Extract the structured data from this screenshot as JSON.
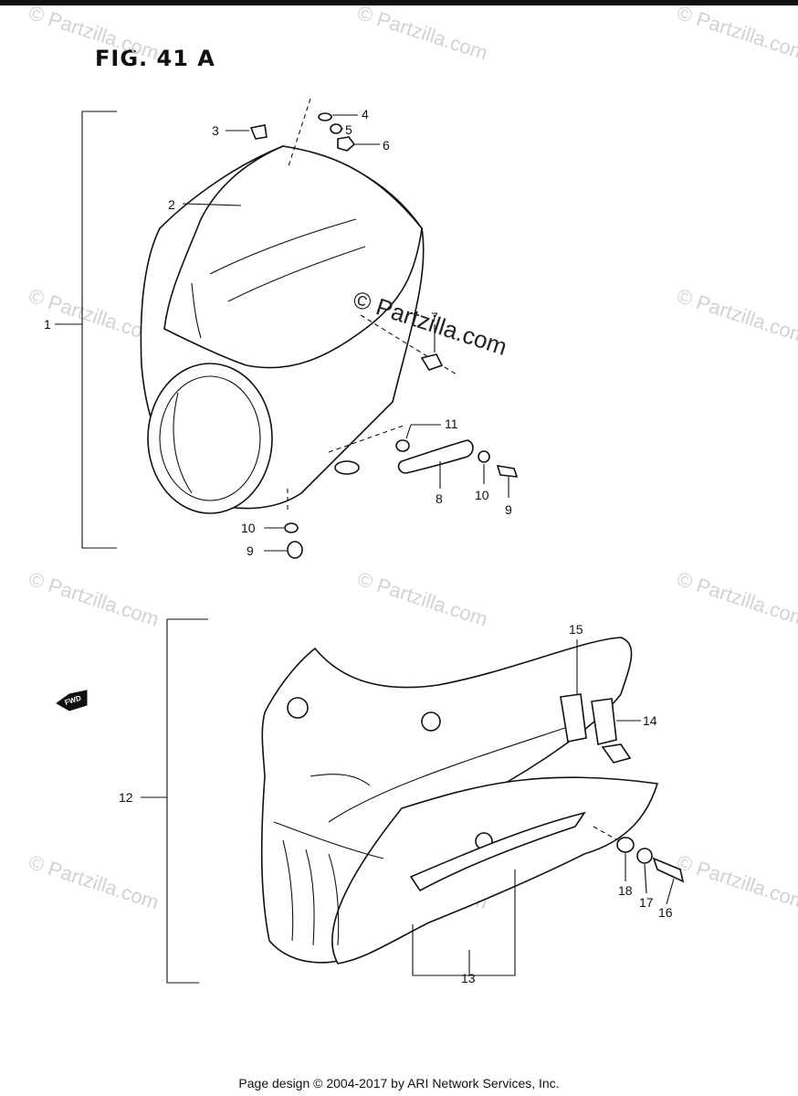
{
  "figure": {
    "title": "FIG. 41 A"
  },
  "callouts": {
    "c1": "1",
    "c2": "2",
    "c3": "3",
    "c4": "4",
    "c5": "5",
    "c6": "6",
    "c7": "7",
    "c8": "8",
    "c9a": "9",
    "c9b": "9",
    "c10a": "10",
    "c10b": "10",
    "c11": "11",
    "c12": "12",
    "c13": "13",
    "c14": "14",
    "c15": "15",
    "c16": "16",
    "c17": "17",
    "c18": "18"
  },
  "fwd_label": "FWD",
  "watermark": {
    "text": "© Partzilla.com"
  },
  "footer": {
    "text": "Page design © 2004-2017 by ARI Network Services, Inc."
  }
}
